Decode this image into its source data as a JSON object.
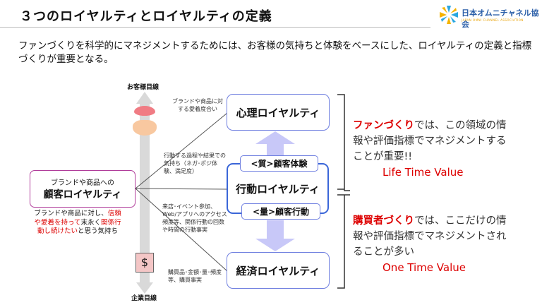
{
  "title": "３つのロイヤルティとロイヤルティの定義",
  "logo": {
    "name": "日本オムニチャネル協会",
    "sub": "JAPAN OMNI CHANNEL ASSOCIATION"
  },
  "intro": "ファンづくりを科学的にマネジメントするためには、お客様の気持ちと体験をベースにした、ロイヤルティの定義と指標づくりが重要となる。",
  "axis": {
    "top": "お客様目線",
    "bottom": "企業目線"
  },
  "customer_loyalty": {
    "line1": "ブランドや商品への",
    "line2": "顧客ロイヤルティ",
    "desc": {
      "a": "ブランドや商品に対し、",
      "b": "信頼や愛着を持って",
      "c": "末永く",
      "d": "関係行動し続けたい",
      "e": "と思う気持ち"
    }
  },
  "annotations": {
    "psych": "ブランドや商品に対する愛着度合い",
    "process": "行動する過程や結果での気持ち（ネガ･ポジ体験、満足度）",
    "behavior": "来店･イベント参加、Web/アプリへのアクセス頻度等、関係行動の回数や時間の行動事実",
    "purchase": "購買品･金額･量･頻度等、購買事実"
  },
  "boxes": {
    "psych": "心理ロイヤルティ",
    "behavior": "行動ロイヤルティ",
    "economic": "経済ロイヤルティ"
  },
  "tags": {
    "quality": "<質>顧客体験",
    "quantity": "<量>顧客行動"
  },
  "right_top": {
    "em": "ファンづくり",
    "rest": "では、この領域の情報や評価指標でマネジメントすることが重要!!",
    "value": "Life Time Value"
  },
  "right_bottom": {
    "em": "購買者づくり",
    "rest": "では、ここだけの情報や評価指標でマネジメントされることが多い",
    "value": "One Time Value"
  }
}
